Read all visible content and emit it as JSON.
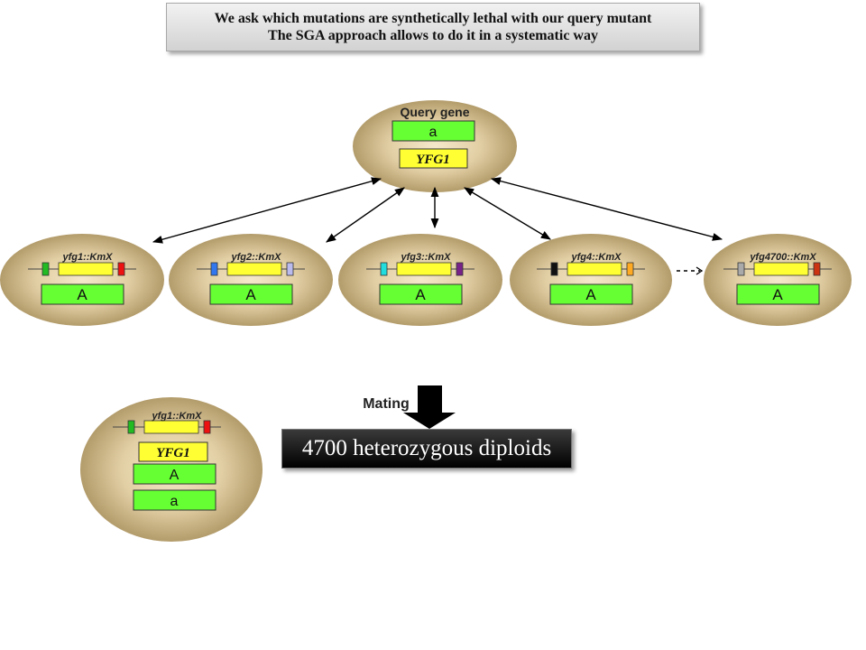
{
  "title": {
    "line1": "We ask which mutations are synthetically lethal with our query mutant",
    "line2": "The SGA approach allows to do it in a systematic way"
  },
  "query": {
    "label": "Query gene",
    "allele": "a",
    "gene": "YFG1"
  },
  "strains": [
    {
      "name": "yfg1::KmX",
      "allele": "A"
    },
    {
      "name": "yfg2::KmX",
      "allele": "A"
    },
    {
      "name": "yfg3::KmX",
      "allele": "A"
    },
    {
      "name": "yfg4::KmX",
      "allele": "A"
    },
    {
      "name": "yfg4700::KmX",
      "allele": "A"
    }
  ],
  "mating": {
    "label": "Mating"
  },
  "result": {
    "label": "4700 heterozygous diploids"
  },
  "diploid": {
    "name": "yfg1::KmX",
    "gene": "YFG1",
    "allele_dominant": "A",
    "allele_recessive": "a"
  },
  "colors": {
    "cell_center": "#f2e3c4",
    "cell_edge": "#b39c6b",
    "allele_box": "#66ff33",
    "gene_box": "#ffff33",
    "chromosome_line": "#444444",
    "arrow": "#000000"
  },
  "icons": {
    "marker_sets": [
      [
        "#22bb22",
        "#ee1111"
      ],
      [
        "#3377ee",
        "#bbbbee"
      ],
      [
        "#22dddd",
        "#772288"
      ],
      [
        "#111111",
        "#ffaa22"
      ],
      [
        "#aaaaaa",
        "#cc3311"
      ]
    ]
  }
}
